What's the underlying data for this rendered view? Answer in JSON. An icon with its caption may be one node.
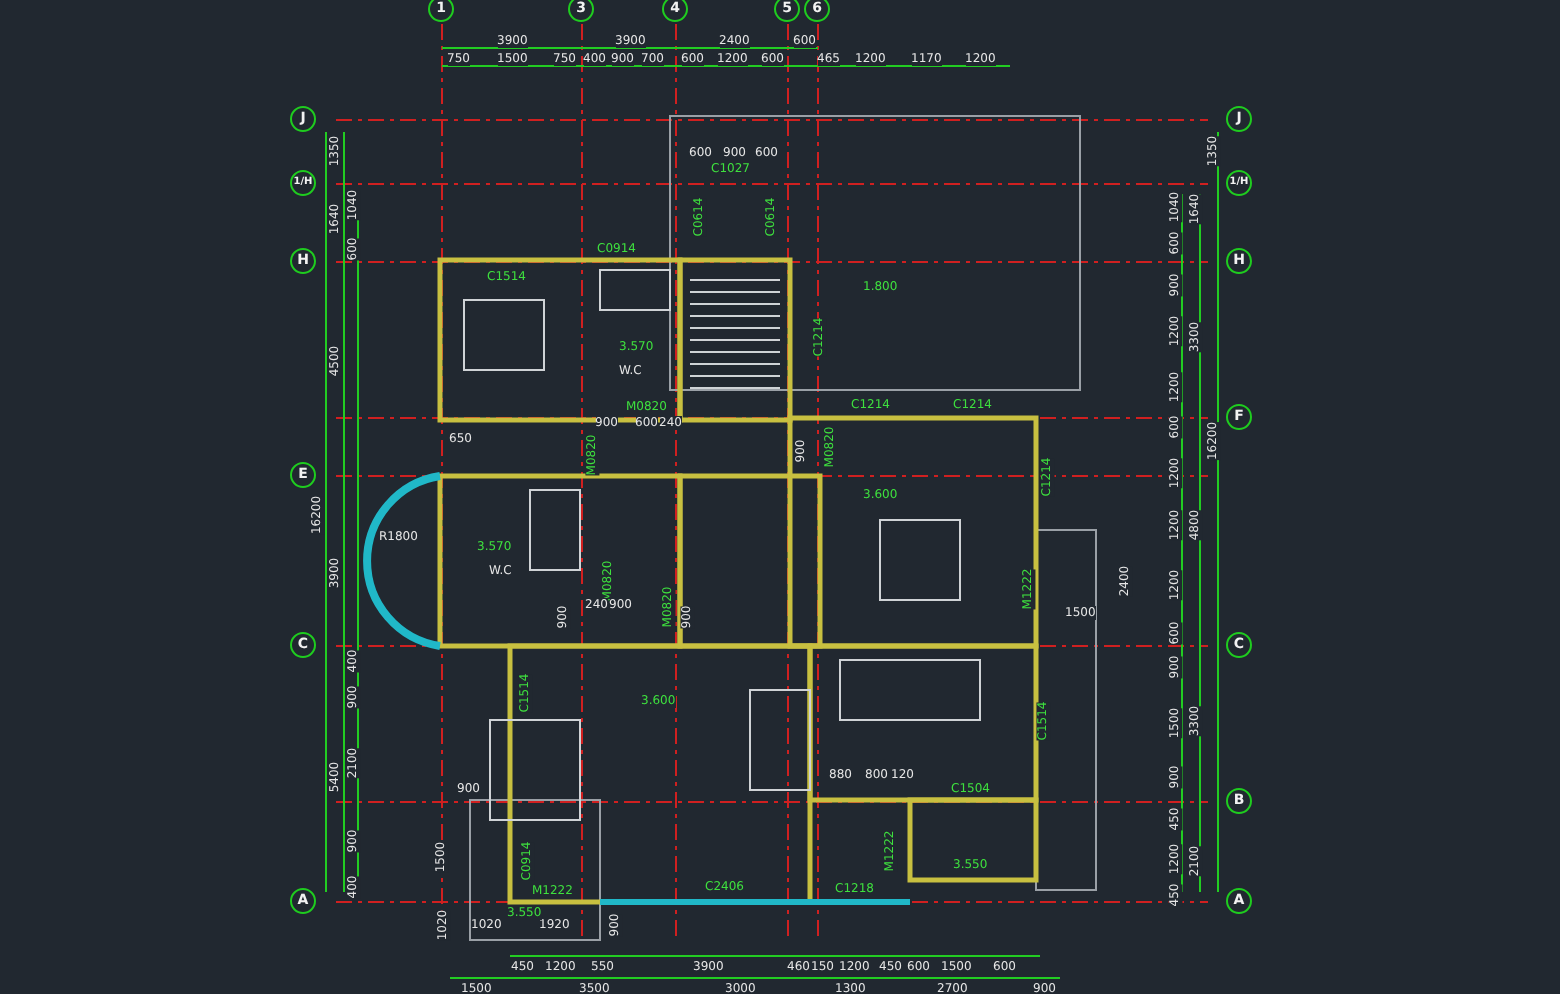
{
  "diagram": {
    "nodes": [
      {
        "text": [
          "1"
        ]
      },
      {
        "text": [
          "3"
        ]
      },
      {
        "text": [
          "4"
        ]
      },
      {
        "text": [
          "5"
        ]
      },
      {
        "text": [
          "6"
        ]
      },
      {
        "text": [
          "J"
        ]
      },
      {
        "text": [
          "1/H"
        ]
      },
      {
        "text": [
          "H"
        ]
      },
      {
        "text": [
          "E"
        ]
      },
      {
        "text": [
          "C"
        ]
      },
      {
        "text": [
          "A"
        ]
      },
      {
        "text": [
          "J"
        ]
      },
      {
        "text": [
          "1/H"
        ]
      },
      {
        "text": [
          "H"
        ]
      },
      {
        "text": [
          "F"
        ]
      },
      {
        "text": [
          "C"
        ]
      },
      {
        "text": [
          "B"
        ]
      },
      {
        "text": [
          "A"
        ]
      }
    ],
    "labels": [
      "3900",
      "3900",
      "2400",
      "600",
      "750",
      "1500",
      "750",
      "400",
      "900",
      "700",
      "600",
      "1200",
      "600",
      "465",
      "1200",
      "1170",
      "1200",
      "1350",
      "1640",
      "4500",
      "3900",
      "5400",
      "16200",
      "1040",
      "600",
      "400",
      "900",
      "2100",
      "900",
      "400",
      "1040",
      "600",
      "900",
      "1200",
      "1200",
      "600",
      "1200",
      "1200",
      "1200",
      "600",
      "900",
      "1500",
      "900",
      "450",
      "1200",
      "450",
      "1640",
      "3300",
      "4800",
      "3300",
      "2100",
      "1350",
      "16200",
      "450",
      "1200",
      "550",
      "3900",
      "460",
      "150",
      "1200",
      "450",
      "600",
      "1500",
      "600",
      "1500",
      "3500",
      "3000",
      "1300",
      "2700",
      "900",
      "1020",
      "1920",
      "1020",
      "900",
      "M1222",
      "3.550",
      "C2406",
      "C1218",
      "600",
      "900",
      "600",
      "C1027",
      "C0614",
      "C0614",
      "C0914",
      "C1514",
      "3.570",
      "W.C",
      "M0820",
      "1.800",
      "C1214",
      "C1214",
      "C1214",
      "C1214",
      "650",
      "900",
      "600",
      "240",
      "M0820",
      "M0820",
      "900",
      "3.600",
      "R1800",
      "3.570",
      "W.C",
      "900",
      "M0820",
      "240",
      "900",
      "M0820",
      "900",
      "M1222",
      "1500",
      "2400",
      "3.600",
      "C1514",
      "880",
      "800",
      "120",
      "C1504",
      "M1222",
      "3.550",
      "900",
      "C0914",
      "C1514",
      "1500"
    ]
  }
}
